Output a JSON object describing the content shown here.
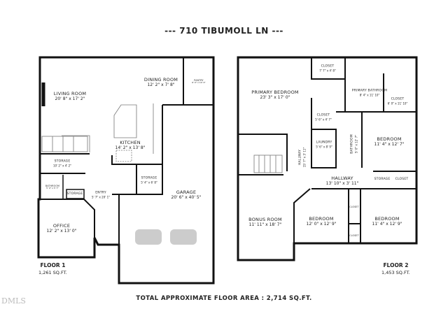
{
  "title": "--- 710 TIBUMOLL LN ---",
  "total_area": "TOTAL APPROXIMATE FLOOR AREA : 2,714 SQ.FT.",
  "watermark": "DMLS",
  "floor1": {
    "label": "FLOOR 1",
    "area": "1,261 SQ.FT.",
    "rooms": [
      {
        "name": "LIVING ROOM",
        "dims": "20' 8\" x 17' 2\""
      },
      {
        "name": "DINING ROOM",
        "dims": "12' 2\" x 7' 8\""
      },
      {
        "name": "PANTRY",
        "dims": "6' 0\" x 10' 4\""
      },
      {
        "name": "KITCHEN",
        "dims": "14' 2\" x 13' 8\""
      },
      {
        "name": "STORAGE",
        "dims": "10' 2\" x 4' 2\""
      },
      {
        "name": "BATHROOM",
        "dims": "5' 0\" x 5' 7\""
      },
      {
        "name": "STORAGE",
        "dims": ""
      },
      {
        "name": "ENTRY",
        "dims": "5' 7\" x 20' 1\""
      },
      {
        "name": "STORAGE",
        "dims": "5' 4\" x 6' 8\""
      },
      {
        "name": "GARAGE",
        "dims": "20' 6\" x 40' 5\""
      },
      {
        "name": "OFFICE",
        "dims": "12' 2\" x 13' 0\""
      }
    ]
  },
  "floor2": {
    "label": "FLOOR 2",
    "area": "1,453 SQ.FT.",
    "rooms": [
      {
        "name": "PRIMARY BEDROOM",
        "dims": "23' 3\" x 17' 0\""
      },
      {
        "name": "CLOSET",
        "dims": "7' 7\" x 4' 8\""
      },
      {
        "name": "PRIMARY BATHROOM",
        "dims": "8' 4\" x 11' 10\""
      },
      {
        "name": "CLOSET",
        "dims": "6' 0\" x 11' 10\""
      },
      {
        "name": "CLOSET",
        "dims": "5' 6\" x 4' 7\""
      },
      {
        "name": "LAUNDRY",
        "dims": "5' 6\" x 8' 9\""
      },
      {
        "name": "HALLWAY",
        "dims": "15' 7\" x 3' 11\""
      },
      {
        "name": "BATHROOM",
        "dims": "5' 0\" x 12' 7\""
      },
      {
        "name": "BEDROOM",
        "dims": "11' 4\" x 12' 7\""
      },
      {
        "name": "HALLWAY",
        "dims": "13' 10\" x 3' 11\""
      },
      {
        "name": "STORAGE",
        "dims": ""
      },
      {
        "name": "CLOSET",
        "dims": ""
      },
      {
        "name": "BONUS ROOM",
        "dims": "11' 11\" x 18' 7\""
      },
      {
        "name": "BEDROOM",
        "dims": "12' 0\" x 12' 9\""
      },
      {
        "name": "BEDROOM",
        "dims": "11' 4\" x 12' 9\""
      },
      {
        "name": "CLOSET",
        "dims": ""
      },
      {
        "name": "CLOSET",
        "dims": ""
      }
    ]
  }
}
